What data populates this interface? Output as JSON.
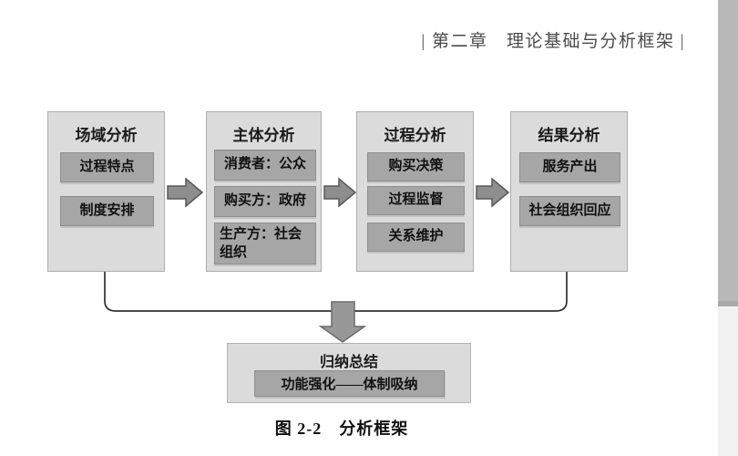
{
  "page": {
    "header": "| 第二章　理论基础与分析框架 |",
    "caption": "图 2-2　分析框架"
  },
  "diagram": {
    "columns": [
      {
        "title": "场域分析",
        "items": [
          "过程特点",
          "制度安排"
        ]
      },
      {
        "title": "主体分析",
        "items": [
          "消费者：公众",
          "购买方：政府",
          "生产方：社会组织"
        ]
      },
      {
        "title": "过程分析",
        "items": [
          "购买决策",
          "过程监督",
          "关系维护"
        ]
      },
      {
        "title": "结果分析",
        "items": [
          "服务产出",
          "社会组织回应"
        ]
      }
    ],
    "summary": {
      "title": "归纳总结",
      "item": "功能强化——体制吸纳"
    },
    "colors": {
      "column_fill": "#dbdbdb",
      "column_border": "#adadad",
      "item_fill": "#a6a6a6",
      "arrow_fill": "#8e8e8e",
      "arrow_stroke": "#585858",
      "connector_stroke": "#303030",
      "page_edge_gray": "#b9b9b9"
    }
  }
}
